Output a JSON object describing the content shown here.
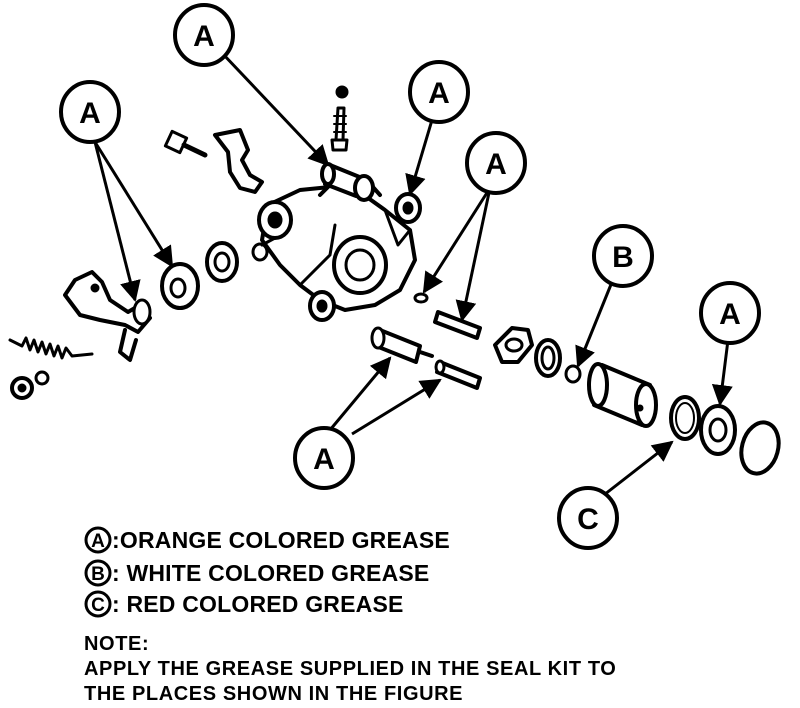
{
  "callouts": [
    {
      "label": "A"
    },
    {
      "label": "A"
    },
    {
      "label": "A"
    },
    {
      "label": "A"
    },
    {
      "label": "B"
    },
    {
      "label": "A"
    },
    {
      "label": "A"
    },
    {
      "label": "C"
    }
  ],
  "legend": [
    {
      "letter": "A",
      "text": ":ORANGE COLORED GREASE"
    },
    {
      "letter": "B",
      "text": ": WHITE COLORED GREASE"
    },
    {
      "letter": "C",
      "text": ": RED COLORED GREASE"
    }
  ],
  "note": {
    "heading": "NOTE:",
    "line1": "APPLY THE GREASE SUPPLIED IN THE SEAL KIT TO",
    "line2": "THE PLACES SHOWN IN THE FIGURE"
  }
}
